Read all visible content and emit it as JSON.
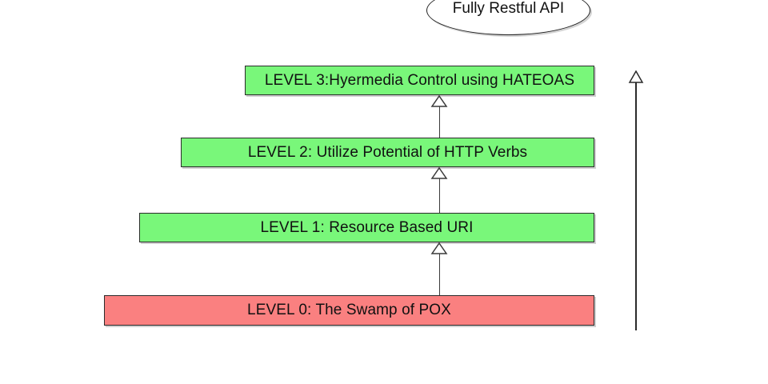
{
  "diagram": {
    "title_node": {
      "label": "Fully Restful API",
      "shape": "ellipse"
    },
    "levels": [
      {
        "id": "level-3",
        "label": "LEVEL 3:Hyermedia Control using HATEOAS",
        "fill": "#79F77A",
        "stroke": "#2b2b2b"
      },
      {
        "id": "level-2",
        "label": "LEVEL 2: Utilize Potential of HTTP Verbs",
        "fill": "#79F77A",
        "stroke": "#2b2b2b"
      },
      {
        "id": "level-1",
        "label": "LEVEL 1: Resource Based URI",
        "fill": "#79F77A",
        "stroke": "#2b2b2b"
      },
      {
        "id": "level-0",
        "label": "LEVEL 0: The Swamp of POX",
        "fill": "#FA8080",
        "stroke": "#2b2b2b"
      }
    ],
    "connectors": [
      {
        "id": "arrow-level0-to-level1",
        "direction": "up",
        "head": "hollow-triangle"
      },
      {
        "id": "arrow-level1-to-level2",
        "direction": "up",
        "head": "hollow-triangle"
      },
      {
        "id": "arrow-level2-to-level3",
        "direction": "up",
        "head": "hollow-triangle"
      },
      {
        "id": "arrow-progression",
        "direction": "up",
        "head": "hollow-triangle"
      }
    ],
    "colors": {
      "green_fill": "#79F77A",
      "red_fill": "#FA8080",
      "outline": "#2b2b2b",
      "background": "#ffffff"
    }
  }
}
